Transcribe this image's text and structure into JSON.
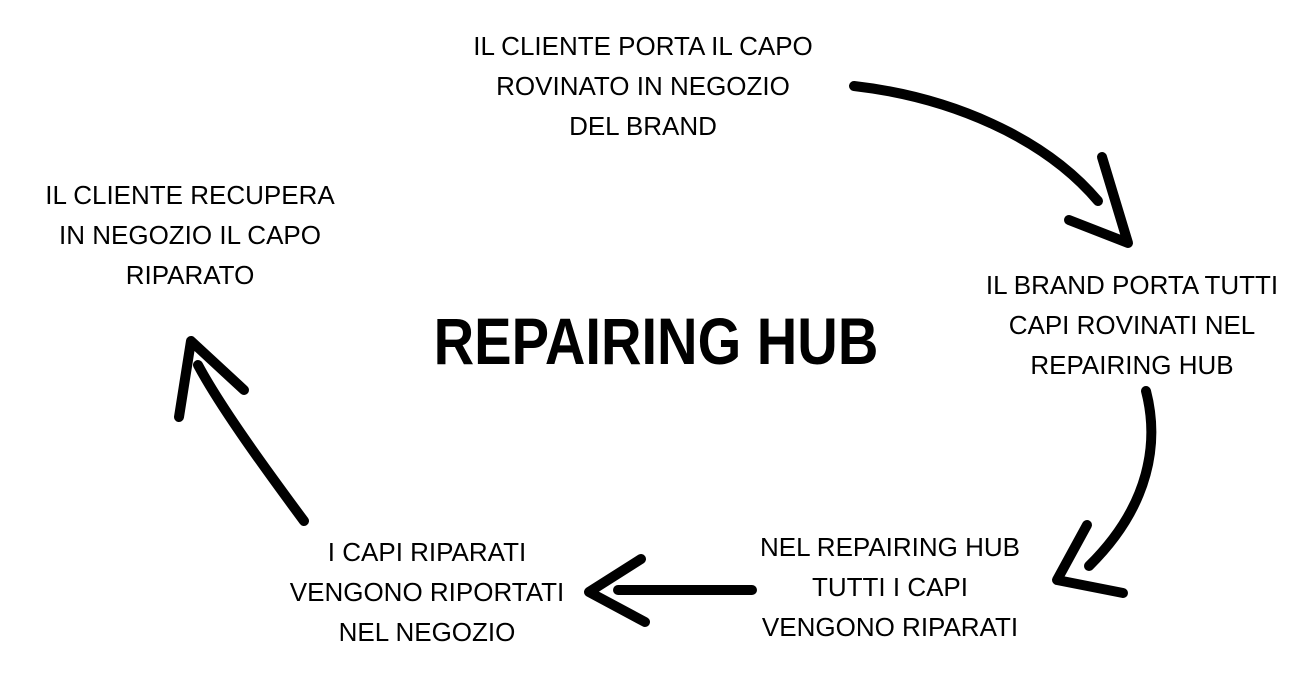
{
  "title": {
    "text": "REPAIRING HUB"
  },
  "steps": {
    "top": {
      "lines": [
        "IL CLIENTE PORTA IL CAPO",
        "ROVINATO IN NEGOZIO",
        "DEL BRAND"
      ]
    },
    "right": {
      "lines": [
        "IL BRAND PORTA TUTTI",
        "CAPI ROVINATI NEL",
        "REPAIRING HUB"
      ]
    },
    "bottom_right": {
      "lines": [
        "NEL REPAIRING HUB",
        "TUTTI I CAPI",
        "VENGONO RIPARATI"
      ]
    },
    "bottom_left": {
      "lines": [
        "I CAPI RIPARATI",
        "VENGONO RIPORTATI",
        "NEL NEGOZIO"
      ]
    },
    "left": {
      "lines": [
        "IL CLIENTE RECUPERA",
        "IN NEGOZIO IL CAPO",
        "RIPARATO"
      ]
    }
  },
  "arrows": [
    {
      "from": "top",
      "to": "right",
      "style": "curved",
      "direction": "down-right"
    },
    {
      "from": "right",
      "to": "bottom_right",
      "style": "curved",
      "direction": "down-left"
    },
    {
      "from": "bottom_right",
      "to": "bottom_left",
      "style": "straight",
      "direction": "left"
    },
    {
      "from": "bottom_left",
      "to": "left",
      "style": "curved",
      "direction": "up-left"
    }
  ],
  "colors": {
    "background": "#ffffff",
    "ink": "#000000"
  }
}
